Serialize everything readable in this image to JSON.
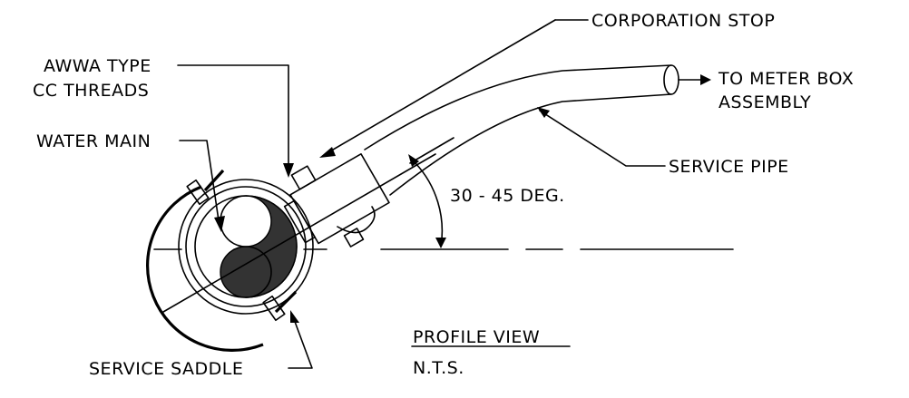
{
  "labels": {
    "corporation_stop": "CORPORATION STOP",
    "awwa_line1": "AWWA TYPE",
    "awwa_line2": "CC THREADS",
    "to_meter_line1": "TO METER BOX",
    "to_meter_line2": "ASSEMBLY",
    "water_main": "WATER MAIN",
    "service_pipe": "SERVICE PIPE",
    "angle": "30 - 45 DEG.",
    "view_title": "PROFILE VIEW",
    "scale_note": "N.T.S.",
    "service_saddle": "SERVICE SADDLE"
  }
}
